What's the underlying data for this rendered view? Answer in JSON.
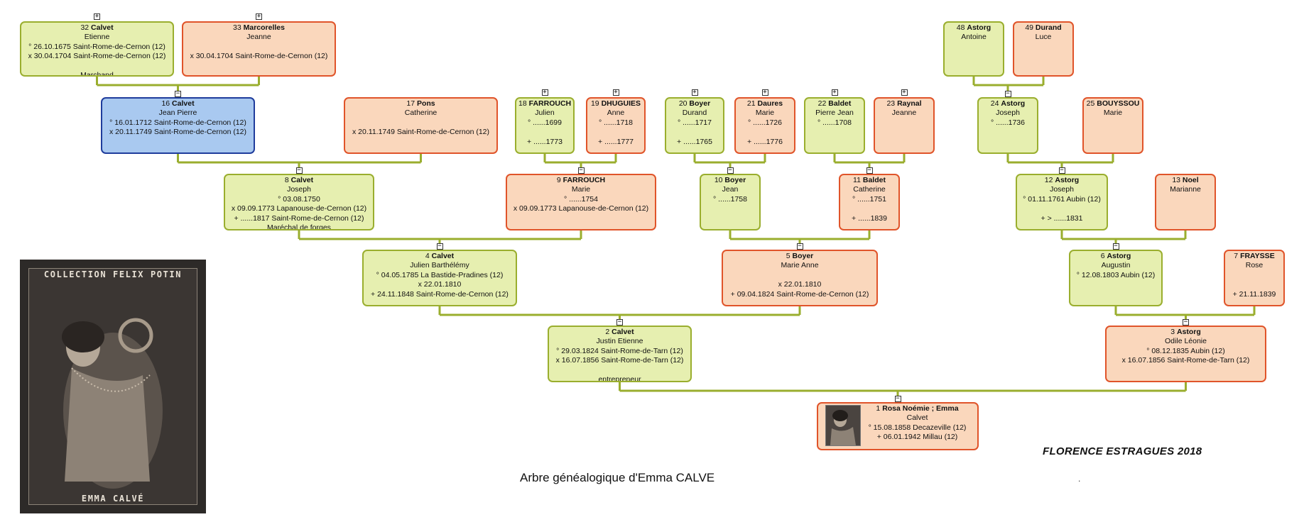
{
  "caption": "Arbre généalogique d'Emma CALVE",
  "signature": "FLORENCE ESTRAGUES 2018",
  "dot": ".",
  "photo_card": {
    "top_text": "COLLECTION FELIX POTIN",
    "bottom_text": "EMMA CALVÉ"
  },
  "colors": {
    "male_fill": "#e6efb0",
    "male_border": "#9aae2e",
    "female_fill": "#fad7bc",
    "female_border": "#e0542a",
    "selected_fill": "#a9c9f0",
    "selected_border": "#1f3c9c",
    "link": "#9aae2e"
  },
  "icons": {
    "expand": "+",
    "collapse": "−"
  },
  "persons": [
    {
      "id": "p32",
      "num": "32",
      "surname": "Calvet",
      "given": "Etienne",
      "lines": [
        "° 26.10.1675 Saint-Rome-de-Cernon (12)",
        "x 30.04.1704 Saint-Rome-de-Cernon (12)",
        "",
        "Marchand"
      ],
      "sex": "m"
    },
    {
      "id": "p33",
      "num": "33",
      "surname": "Marcorelles",
      "given": "Jeanne",
      "lines": [
        "",
        "x 30.04.1704 Saint-Rome-de-Cernon (12)"
      ],
      "sex": "f"
    },
    {
      "id": "p16",
      "num": "16",
      "surname": "Calvet",
      "given": "Jean Pierre",
      "lines": [
        "° 16.01.1712 Saint-Rome-de-Cernon (12)",
        "x 20.11.1749 Saint-Rome-de-Cernon (12)"
      ],
      "sex": "root"
    },
    {
      "id": "p17",
      "num": "17",
      "surname": "Pons",
      "given": "Catherine",
      "lines": [
        "",
        "x 20.11.1749 Saint-Rome-de-Cernon (12)"
      ],
      "sex": "f"
    },
    {
      "id": "p18",
      "num": "18",
      "surname": "FARROUCH",
      "given": "Julien",
      "lines": [
        "° ......1699",
        "",
        "+ ......1773"
      ],
      "sex": "m"
    },
    {
      "id": "p19",
      "num": "19",
      "surname": "DHUGUIES",
      "given": "Anne",
      "lines": [
        "° ......1718",
        "",
        "+ ......1777"
      ],
      "sex": "f"
    },
    {
      "id": "p20",
      "num": "20",
      "surname": "Boyer",
      "given": "Durand",
      "lines": [
        "° ......1717",
        "",
        "+ ......1765"
      ],
      "sex": "m"
    },
    {
      "id": "p21",
      "num": "21",
      "surname": "Daures",
      "given": "Marie",
      "lines": [
        "° ......1726",
        "",
        "+ ......1776"
      ],
      "sex": "f"
    },
    {
      "id": "p22",
      "num": "22",
      "surname": "Baldet",
      "given": "Pierre Jean",
      "lines": [
        "° ......1708"
      ],
      "sex": "m"
    },
    {
      "id": "p23",
      "num": "23",
      "surname": "Raynal",
      "given": "Jeanne",
      "lines": [],
      "sex": "f"
    },
    {
      "id": "p48",
      "num": "48",
      "surname": "Astorg",
      "given": "Antoine",
      "lines": [],
      "sex": "m"
    },
    {
      "id": "p49",
      "num": "49",
      "surname": "Durand",
      "given": "Luce",
      "lines": [],
      "sex": "f"
    },
    {
      "id": "p24",
      "num": "24",
      "surname": "Astorg",
      "given": "Joseph",
      "lines": [
        "° ......1736"
      ],
      "sex": "m"
    },
    {
      "id": "p25",
      "num": "25",
      "surname": "BOUYSSOU",
      "given": "Marie",
      "lines": [],
      "sex": "f"
    },
    {
      "id": "p8",
      "num": "8",
      "surname": "Calvet",
      "given": "Joseph",
      "lines": [
        "° 03.08.1750",
        "x 09.09.1773 Lapanouse-de-Cernon (12)",
        "+ ......1817 Saint-Rome-de-Cernon (12)",
        "Maréchal de forges"
      ],
      "sex": "m"
    },
    {
      "id": "p9",
      "num": "9",
      "surname": "FARROUCH",
      "given": "Marie",
      "lines": [
        "° ......1754",
        "x 09.09.1773 Lapanouse-de-Cernon (12)"
      ],
      "sex": "f"
    },
    {
      "id": "p10",
      "num": "10",
      "surname": "Boyer",
      "given": "Jean",
      "lines": [
        "° ......1758"
      ],
      "sex": "m"
    },
    {
      "id": "p11",
      "num": "11",
      "surname": "Baldet",
      "given": "Catherine",
      "lines": [
        "° ......1751",
        "",
        "+ ......1839"
      ],
      "sex": "f"
    },
    {
      "id": "p12",
      "num": "12",
      "surname": "Astorg",
      "given": "Joseph",
      "lines": [
        "° 01.11.1761 Aubin (12)",
        "",
        "+ > ......1831"
      ],
      "sex": "m"
    },
    {
      "id": "p13",
      "num": "13",
      "surname": "Noel",
      "given": "Marianne",
      "lines": [],
      "sex": "f"
    },
    {
      "id": "p4",
      "num": "4",
      "surname": "Calvet",
      "given": "Julien Barthélémy",
      "lines": [
        "° 04.05.1785 La Bastide-Pradines (12)",
        "x 22.01.1810",
        "+ 24.11.1848 Saint-Rome-de-Cernon (12)"
      ],
      "sex": "m"
    },
    {
      "id": "p5",
      "num": "5",
      "surname": "Boyer",
      "given": "Marie Anne",
      "lines": [
        "",
        "x 22.01.1810",
        "+ 09.04.1824 Saint-Rome-de-Cernon (12)"
      ],
      "sex": "f"
    },
    {
      "id": "p6",
      "num": "6",
      "surname": "Astorg",
      "given": "Augustin",
      "lines": [
        "° 12.08.1803 Aubin (12)"
      ],
      "sex": "m"
    },
    {
      "id": "p7",
      "num": "7",
      "surname": "FRAYSSE",
      "given": "Rose",
      "lines": [
        "",
        "",
        "+ 21.11.1839"
      ],
      "sex": "f"
    },
    {
      "id": "p2",
      "num": "2",
      "surname": "Calvet",
      "given": "Justin Etienne",
      "lines": [
        "° 29.03.1824 Saint-Rome-de-Tarn (12)",
        "x 16.07.1856 Saint-Rome-de-Tarn (12)",
        "",
        "entrepreneur"
      ],
      "sex": "m"
    },
    {
      "id": "p3",
      "num": "3",
      "surname": "Astorg",
      "given": "Odile Léonie",
      "lines": [
        "° 08.12.1835 Aubin (12)",
        "x 16.07.1856 Saint-Rome-de-Tarn (12)"
      ],
      "sex": "f"
    },
    {
      "id": "p1",
      "num": "1",
      "surname": "Rosa Noémie ; Emma",
      "given": "Calvet",
      "lines": [
        "° 15.08.1858 Decazeville (12)",
        "+ 06.01.1942 Millau (12)"
      ],
      "sex": "f"
    }
  ]
}
